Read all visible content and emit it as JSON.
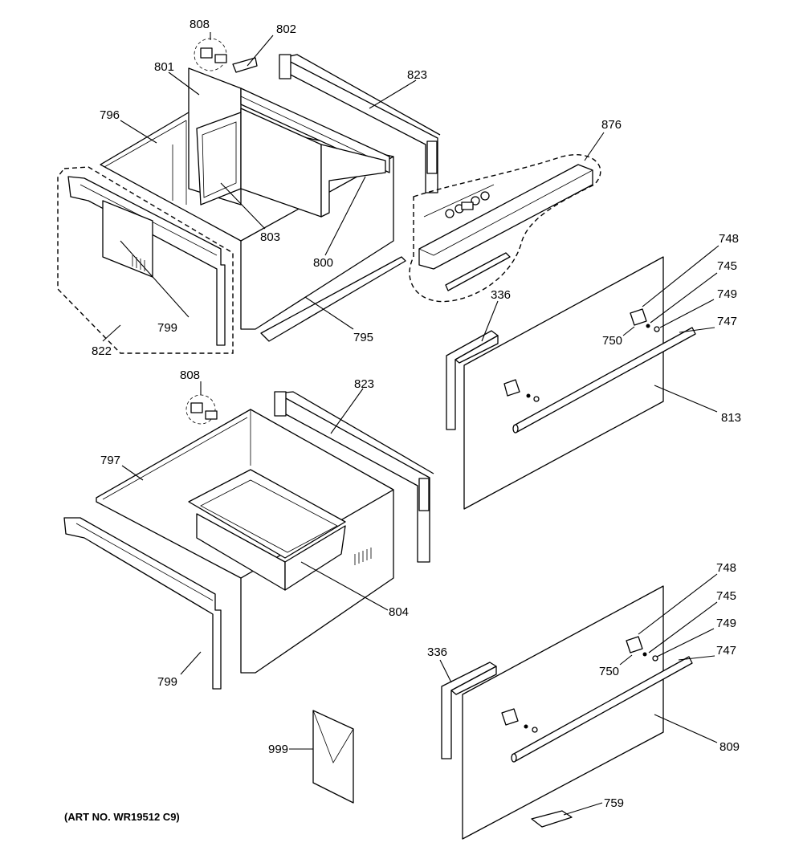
{
  "art_number": "(ART NO. WR19512 C9)",
  "parts": {
    "p808a": "808",
    "p802": "802",
    "p801": "801",
    "p823a": "823",
    "p796": "796",
    "p876": "876",
    "p803": "803",
    "p800": "800",
    "p799a": "799",
    "p822": "822",
    "p795": "795",
    "p748a": "748",
    "p745a": "745",
    "p749a": "749",
    "p747a": "747",
    "p750a": "750",
    "p336a": "336",
    "p813": "813",
    "p808b": "808",
    "p823b": "823",
    "p797": "797",
    "p804": "804",
    "p799b": "799",
    "p999": "999",
    "p336b": "336",
    "p748b": "748",
    "p745b": "745",
    "p749b": "749",
    "p747b": "747",
    "p750b": "750",
    "p809": "809",
    "p759": "759"
  }
}
